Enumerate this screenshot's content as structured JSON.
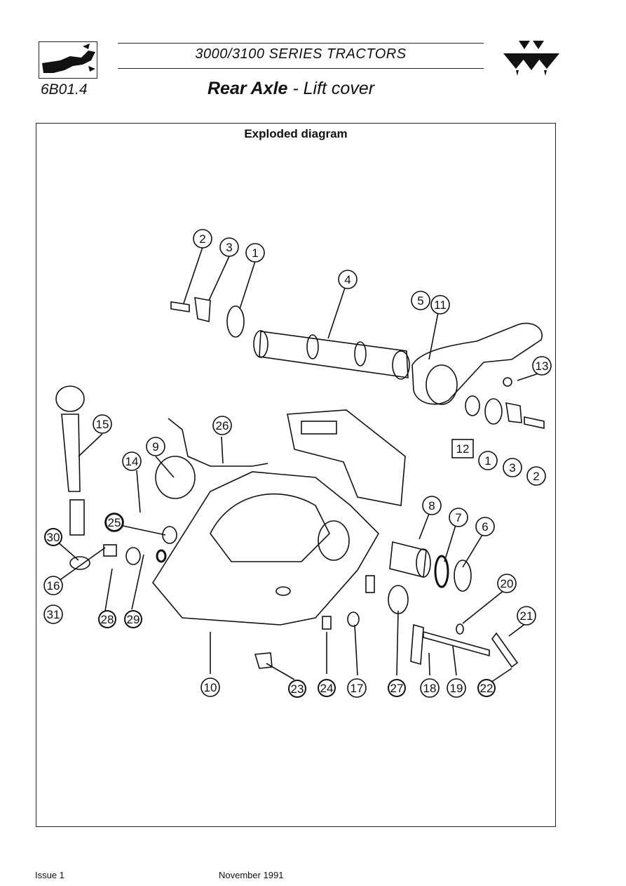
{
  "header": {
    "series_title": "3000/3100 SERIES TRACTORS",
    "page_code": "6B01.4",
    "title_bold": "Rear Axle",
    "title_rest": " - Lift cover"
  },
  "diagram": {
    "heading": "Exploded diagram",
    "callouts": [
      "1",
      "2",
      "3",
      "4",
      "5",
      "6",
      "7",
      "8",
      "9",
      "10",
      "11",
      "12",
      "13",
      "14",
      "15",
      "16",
      "17",
      "18",
      "19",
      "20",
      "21",
      "22",
      "23",
      "24",
      "25",
      "26",
      "27",
      "28",
      "29",
      "30",
      "31"
    ]
  },
  "footer": {
    "issue": "Issue 1",
    "date": "November 1991"
  },
  "colors": {
    "ink": "#111111",
    "paper": "#ffffff"
  }
}
